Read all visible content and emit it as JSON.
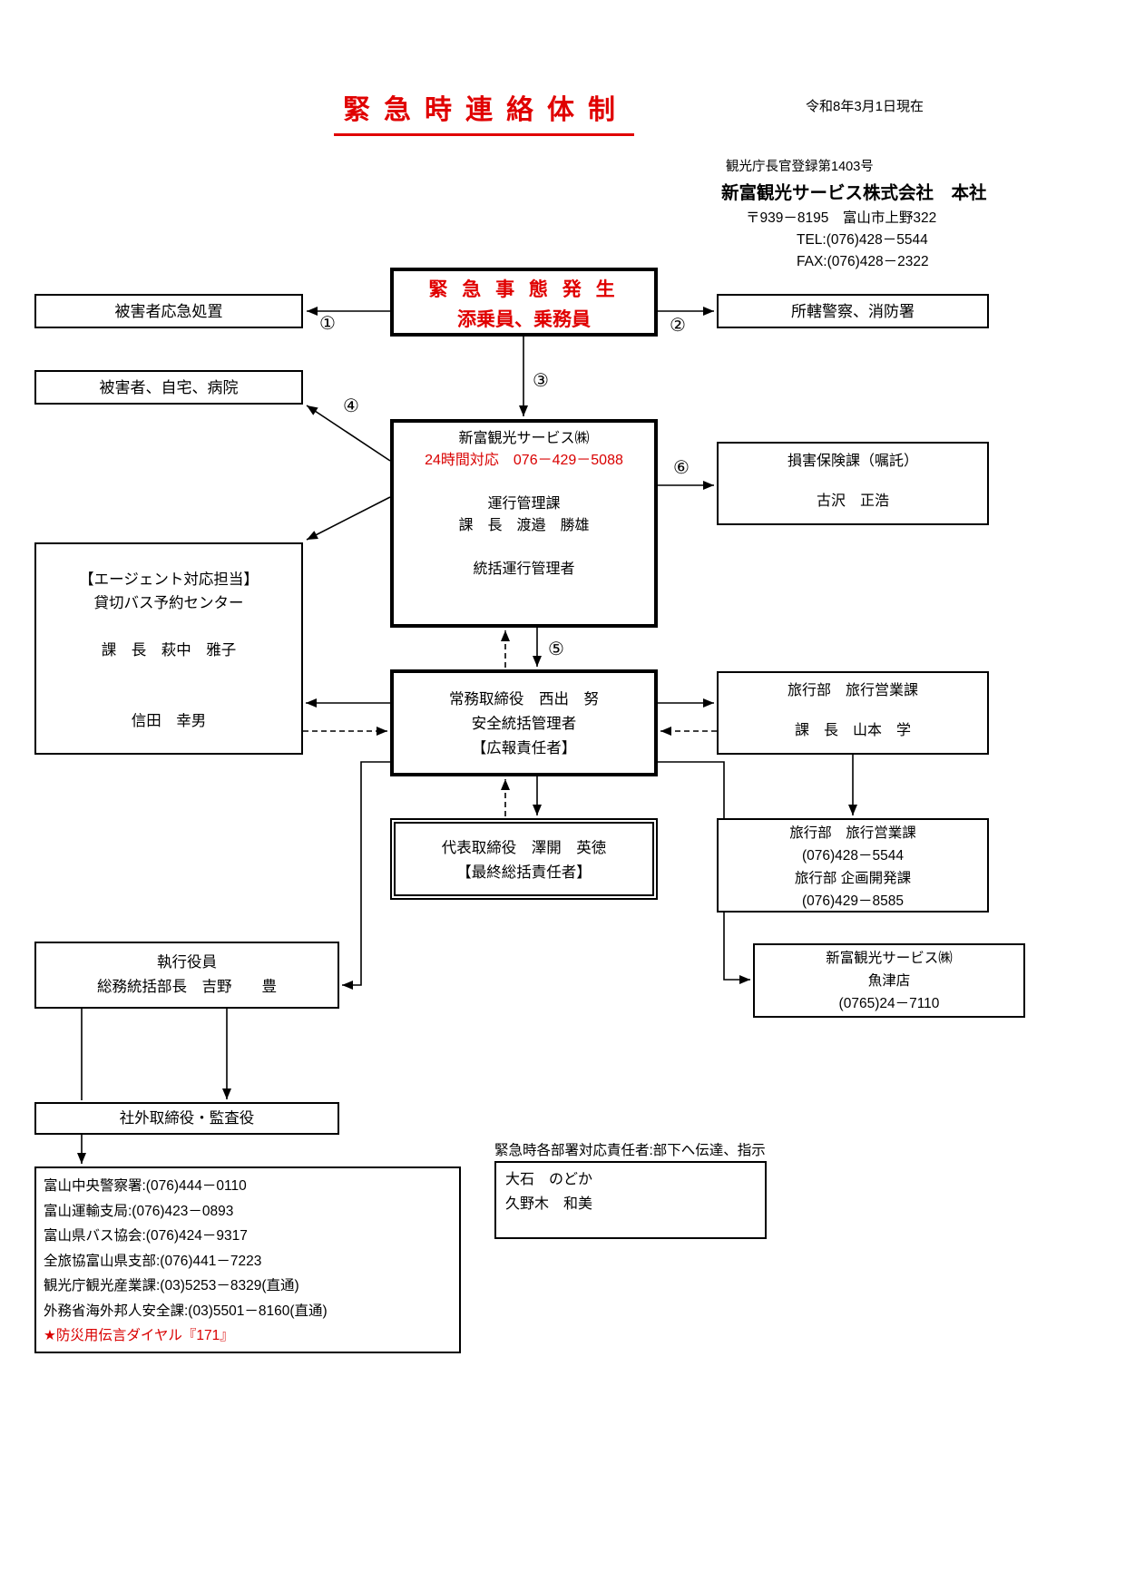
{
  "header": {
    "title": "緊急時連絡体制",
    "date_note": "令和8年3月1日現在",
    "registration": "観光庁長官登録第1403号",
    "company": "新富観光サービス株式会社　本社",
    "address": "〒939－8195　富山市上野322",
    "tel": "TEL:(076)428－5544",
    "fax": "FAX:(076)428－2322"
  },
  "colors": {
    "accent_red": "#e00000",
    "text": "#000000"
  },
  "labels": {
    "n1": "①",
    "n2": "②",
    "n3": "③",
    "n4": "④",
    "n5": "⑤",
    "n6": "⑥"
  },
  "boxes": {
    "emergency": {
      "line1": "緊 急 事 態 発 生",
      "line2": "添乗員、乗務員"
    },
    "first_aid": "被害者応急処置",
    "police_fire": "所轄警察、消防署",
    "victim_home_hospital": "被害者、自宅、病院",
    "ops": {
      "name": "新富観光サービス㈱",
      "hotline": "24時間対応　076－429－5088",
      "dept": "運行管理課",
      "manager": "課　長　渡邉　勝雄",
      "role": "統括運行管理者"
    },
    "insurance": {
      "dept": "損害保険課（嘱託）",
      "person": "古沢　正浩"
    },
    "agent": {
      "line1": "【エージェント対応担当】",
      "line2": "貸切バス予約センター",
      "manager": "課　長　萩中　雅子",
      "person": "信田　幸男"
    },
    "managing_director": {
      "line1": "常務取締役　西出　努",
      "line2": "安全統括管理者",
      "line3": "【広報責任者】"
    },
    "travel_sales": {
      "dept": "旅行部　旅行営業課",
      "manager": "課　長　山本　学"
    },
    "president": {
      "line1": "代表取締役　澤開　英徳",
      "line2": "【最終総括責任者】"
    },
    "travel_contacts": {
      "line1": "旅行部　旅行営業課",
      "line2": "(076)428－5544",
      "line3": "旅行部 企画開発課",
      "line4": "(076)429－8585"
    },
    "uozu_branch": {
      "line1": "新富観光サービス㈱",
      "line2": "魚津店",
      "line3": "(0765)24－7110"
    },
    "executive": {
      "line1": "執行役員",
      "line2": "総務統括部長　吉野　　豊"
    },
    "outside_directors": "社外取締役・監査役",
    "external_contacts": {
      "lines": [
        "富山中央警察署:(076)444－0110",
        "富山運輸支局:(076)423－0893",
        "富山県バス協会:(076)424－9317",
        "全旅協富山県支部:(076)441－7223",
        "観光庁観光産業課:(03)5253－8329(直通)",
        "外務省海外邦人安全課:(03)5501－8160(直通)",
        "★防災用伝言ダイヤル『171』"
      ]
    },
    "dept_leaders": {
      "heading": "緊急時各部署対応責任者:部下へ伝達、指示",
      "name1": "大石　のどか",
      "name2": "久野木　和美"
    }
  }
}
